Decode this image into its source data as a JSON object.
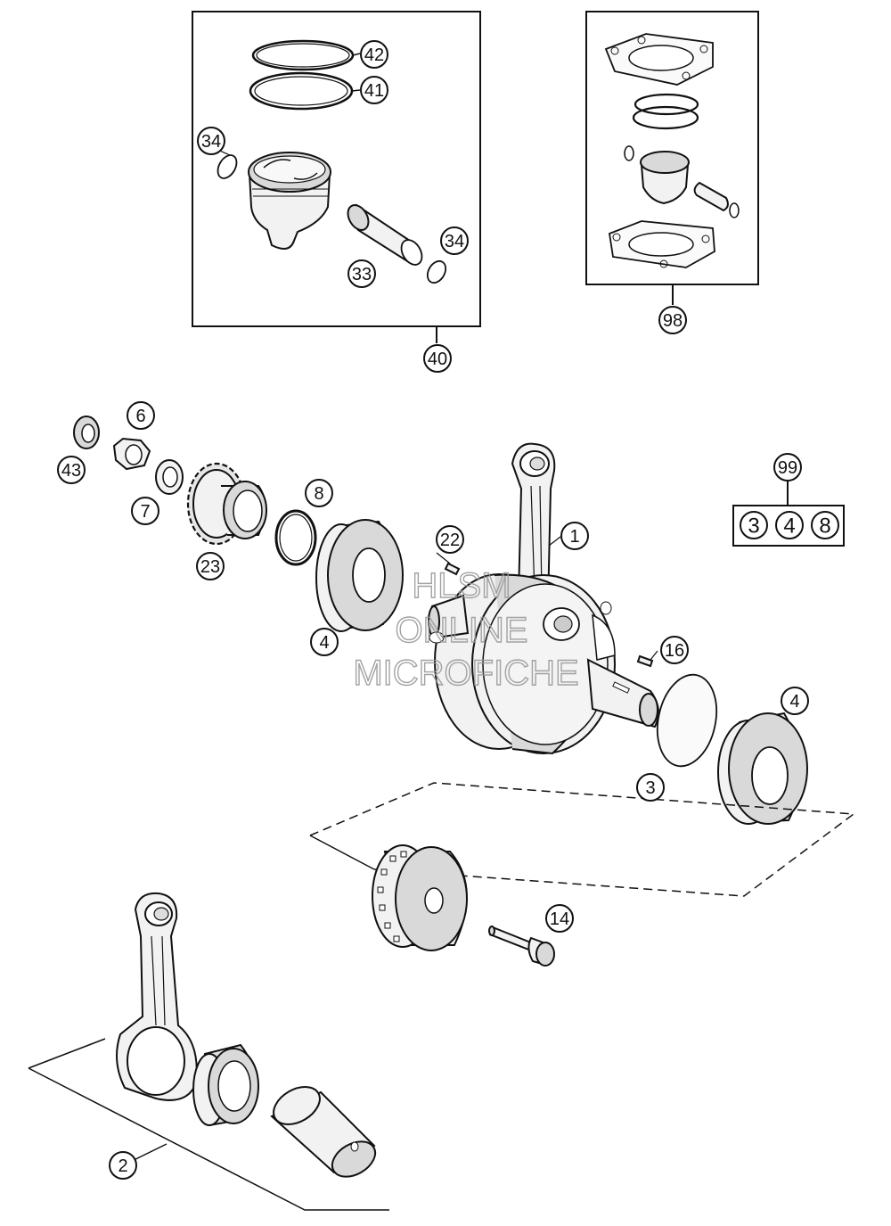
{
  "diagram": {
    "callouts": [
      {
        "id": "42",
        "label": "42"
      },
      {
        "id": "41",
        "label": "41"
      },
      {
        "id": "34a",
        "label": "34"
      },
      {
        "id": "34b",
        "label": "34"
      },
      {
        "id": "33",
        "label": "33"
      },
      {
        "id": "40",
        "label": "40"
      },
      {
        "id": "98",
        "label": "98"
      },
      {
        "id": "6",
        "label": "6"
      },
      {
        "id": "43",
        "label": "43"
      },
      {
        "id": "7",
        "label": "7"
      },
      {
        "id": "8",
        "label": "8"
      },
      {
        "id": "23",
        "label": "23"
      },
      {
        "id": "22",
        "label": "22"
      },
      {
        "id": "1",
        "label": "1"
      },
      {
        "id": "4a",
        "label": "4"
      },
      {
        "id": "16",
        "label": "16"
      },
      {
        "id": "4b",
        "label": "4"
      },
      {
        "id": "3",
        "label": "3"
      },
      {
        "id": "14",
        "label": "14"
      },
      {
        "id": "2",
        "label": "2"
      },
      {
        "id": "99",
        "label": "99"
      }
    ],
    "kit_99_contents": [
      "3",
      "4",
      "8"
    ],
    "watermark": {
      "line1": "HLSM",
      "line2": "ONLINE",
      "line3": "MICROFICHE"
    }
  }
}
